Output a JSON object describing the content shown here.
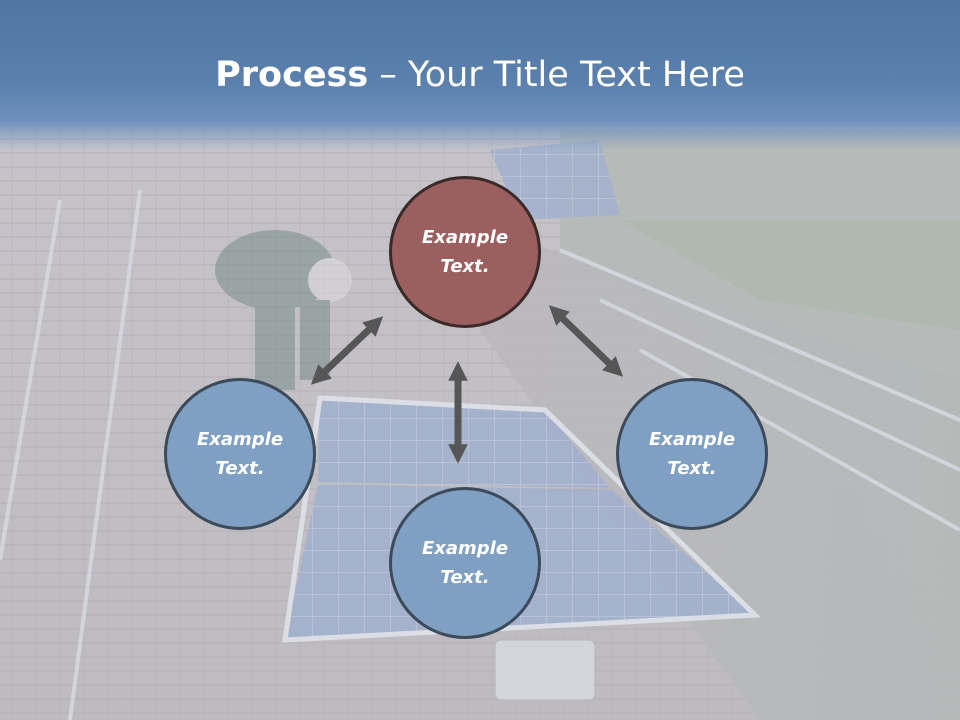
{
  "slide": {
    "title_bold": "Process",
    "title_rest": " – Your Title Text Here"
  },
  "diagram": {
    "nodes": [
      {
        "id": "top",
        "text": "Example Text."
      },
      {
        "id": "left",
        "text": "Example Text."
      },
      {
        "id": "bottom",
        "text": "Example Text."
      },
      {
        "id": "right",
        "text": "Example Text."
      }
    ]
  },
  "colors": {
    "header": "#5b80ad",
    "node_blue": "#7f9fc3",
    "node_red": "#9b5f5f",
    "arrow": "#565656"
  }
}
